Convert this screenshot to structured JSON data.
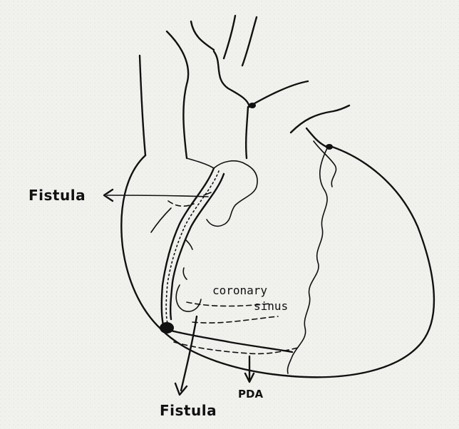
{
  "labels": {
    "fistula_left": "Fistula",
    "fistula_bottom": "Fistula",
    "coronary_line1": "coronary",
    "coronary_line2": "sinus",
    "pda": "PDA"
  }
}
